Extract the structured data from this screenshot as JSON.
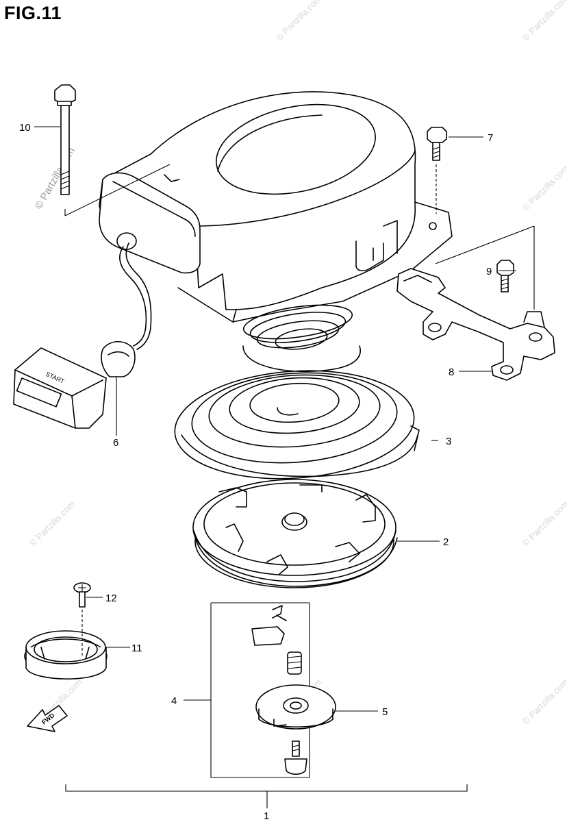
{
  "figure": {
    "title": "FIG.11"
  },
  "watermark": {
    "text": "© Partzilla.com"
  },
  "callouts": [
    {
      "id": "1",
      "label": "1"
    },
    {
      "id": "2",
      "label": "2"
    },
    {
      "id": "3",
      "label": "3"
    },
    {
      "id": "4",
      "label": "4"
    },
    {
      "id": "5",
      "label": "5"
    },
    {
      "id": "6",
      "label": "6"
    },
    {
      "id": "7",
      "label": "7"
    },
    {
      "id": "8",
      "label": "8"
    },
    {
      "id": "9",
      "label": "9"
    },
    {
      "id": "10",
      "label": "10"
    },
    {
      "id": "11",
      "label": "11"
    },
    {
      "id": "12",
      "label": "12"
    }
  ],
  "handle": {
    "text": "START"
  },
  "direction_arrow": {
    "text": "FWD",
    "icon": "forward-arrow-icon"
  }
}
